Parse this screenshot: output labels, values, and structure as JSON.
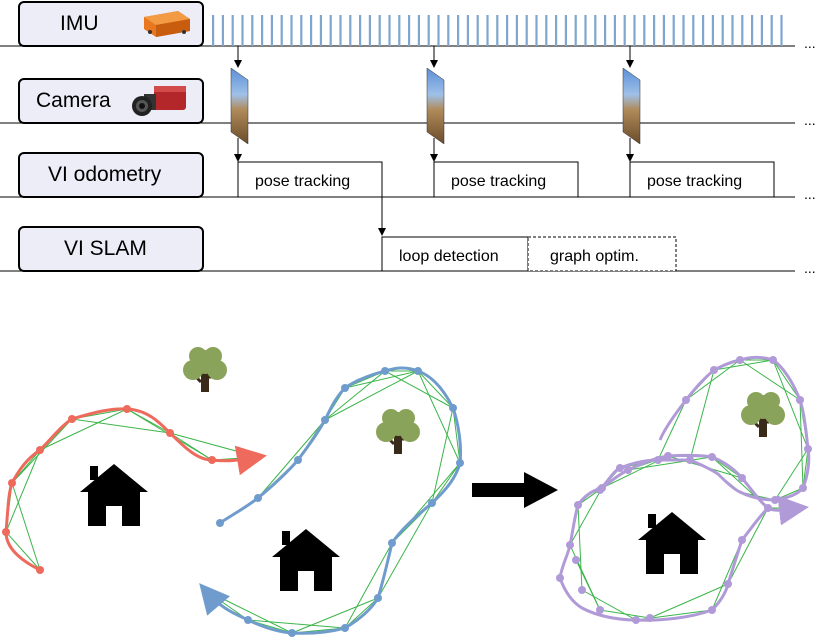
{
  "lanes": {
    "imu": "IMU",
    "camera": "Camera",
    "vio": "VI odometry",
    "slam": "VI SLAM"
  },
  "tasks": {
    "pose_tracking": "pose tracking",
    "loop_detection": "loop detection",
    "graph_optim": "graph optim."
  },
  "ellipsis": "...",
  "icons": {
    "imu": "imu-sensor-icon",
    "camera": "camera-icon",
    "frame": "camera-frame-icon",
    "tree": "tree-icon",
    "house": "house-icon",
    "arrow": "right-arrow-icon"
  },
  "colors": {
    "lane_fill": "#ecedf7",
    "imu_tick": "#7fa6cf",
    "trajectory_red": "#ee6a5c",
    "trajectory_blue": "#6f9ccc",
    "trajectory_purple": "#b09ad8",
    "constraint_green": "#3cb54a",
    "tree": "#8aa35a"
  }
}
